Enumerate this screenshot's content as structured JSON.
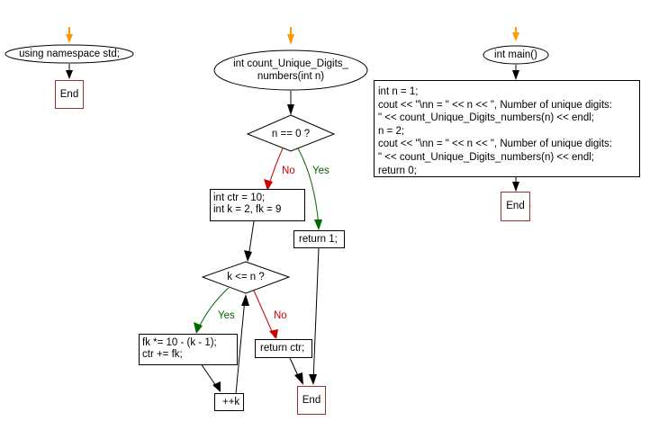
{
  "flowcharts": [
    {
      "id": "namespace",
      "start": "using namespace std;",
      "end": "End"
    },
    {
      "id": "count_unique_digits",
      "start_lines": [
        "int count_Unique_Digits_",
        "numbers(int n)"
      ],
      "decision1": "n == 0 ?",
      "decision1_no": "No",
      "decision1_yes": "Yes",
      "init_lines": [
        "int ctr = 10;",
        "int k = 2, fk = 9"
      ],
      "return_one": "return 1;",
      "decision2": "k <= n ?",
      "decision2_yes": "Yes",
      "decision2_no": "No",
      "loop_body_lines": [
        "fk *= 10 - (k - 1);",
        "ctr += fk;"
      ],
      "increment": "++k",
      "return_ctr": "return ctr;",
      "end": "End"
    },
    {
      "id": "main",
      "start": "int main()",
      "body_lines": [
        "int n = 1;",
        "cout << \"\\nn = \" << n << \", Number of unique digits:",
        "\" << count_Unique_Digits_numbers(n) << endl;",
        "n = 2;",
        "cout << \"\\nn = \" << n << \", Number of unique digits:",
        "\" << count_Unique_Digits_numbers(n) << endl;",
        "return 0;"
      ],
      "end": "End"
    }
  ],
  "colors": {
    "entry_arrow": "#ff9900",
    "flow_arrow": "#000000",
    "no_branch": "#cc0000",
    "yes_branch": "#006600",
    "end_border": "#993333"
  }
}
